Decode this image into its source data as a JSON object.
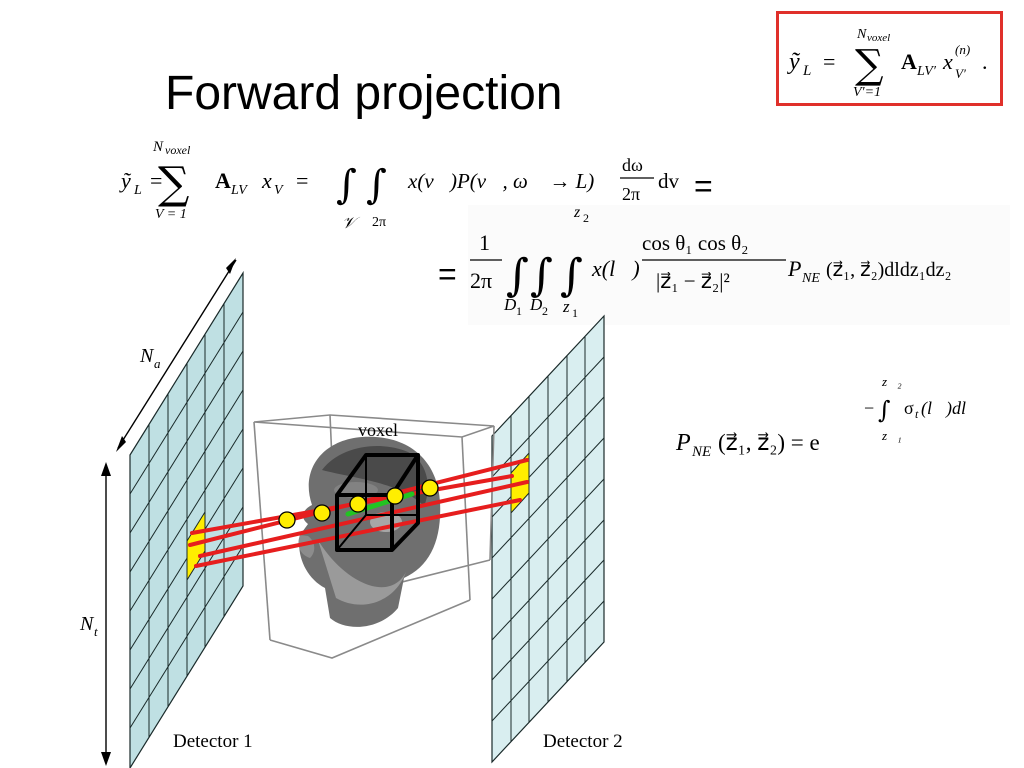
{
  "title": "Forward projection",
  "boxed_equation": {
    "lhs": "ỹ",
    "lhs_sub": "L",
    "eq": "=",
    "sum_upper": "N",
    "sum_upper_sub": "voxel",
    "sum_lower": "V′=1",
    "term": "A",
    "term_sub": "LV′",
    "var": "x",
    "var_sup": "(n)",
    "var_sub": "V′",
    "end": "."
  },
  "main_equation": {
    "lhs": "ỹ",
    "lhs_sub": "L",
    "eq1": "=",
    "sum_upper": "N",
    "sum_upper_sub": "voxel",
    "sum_lower": "V = 1",
    "term1": "A",
    "term1_sub": "LV",
    "term1_var": "x",
    "term1_var_sub": "V",
    "eq2": "=",
    "integral_lower1": "𝒱",
    "integral_lower2": "2π",
    "integrand": "x(v⃗)P(v⃗, ω⃗ → L)",
    "frac_num": "dω",
    "frac_den": "2π",
    "diff": "dv",
    "trail_eq": "="
  },
  "second_equation": {
    "lead_eq": "=",
    "frac1_num": "1",
    "frac1_den": "2π",
    "int_lower1": "D",
    "int_lower1_sub": "1",
    "int_lower2": "D",
    "int_lower2_sub": "2",
    "int_lower3": "z⃗",
    "int_lower3_sub": "1",
    "int_upper3": "z⃗",
    "int_upper3_sub": "2",
    "integrand_start": "x(l⃗)",
    "frac2_num": "cos θ₁ cos θ₂",
    "frac2_den": "|z⃗₁ − z⃗₂|²",
    "kernel": "P",
    "kernel_sub": "NE",
    "kernel_args": "(z⃗₁, z⃗₂)dldz₁dz₂"
  },
  "attenuation_equation": {
    "lhs": "P",
    "lhs_sub": "NE",
    "lhs_args": "(z⃗₁, z⃗₂) = e",
    "exp_minus": "−",
    "exp_upper": "z⃗₂",
    "exp_lower": "z⃗₁",
    "exp_body": "σ",
    "exp_body_sub": "t",
    "exp_body_rest": "(l⃗)dl"
  },
  "labels": {
    "n_a": "N",
    "n_a_sub": "a",
    "n_t": "N",
    "n_t_sub": "t",
    "voxel": "voxel",
    "detector1": "Detector 1",
    "detector2": "Detector 2"
  },
  "colors": {
    "detector_fill": "#bfe0e3",
    "detector2_fill": "#d9eef0",
    "grid_line": "#1a2a2a",
    "ray": "#e61e1e",
    "highlight_ray": "#22c422",
    "sample_point": "#ffee00",
    "active_pixel": "#ffee00",
    "box_border": "#e0302a"
  },
  "icons": {
    "head": "head-volume-render-icon",
    "voxel": "voxel-cube-icon"
  }
}
